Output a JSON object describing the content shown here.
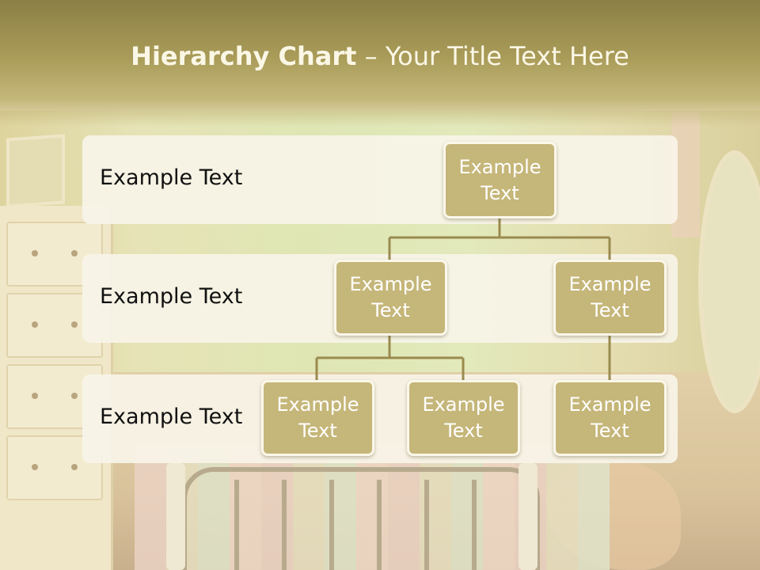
{
  "title": {
    "bold": "Hierarchy Chart",
    "rest": " – Your Title Text Here"
  },
  "rows": [
    {
      "label": "Example Text"
    },
    {
      "label": "Example Text"
    },
    {
      "label": "Example Text"
    }
  ],
  "nodes": {
    "root": "Example Text",
    "level2_left": "Example Text",
    "level2_right": "Example Text",
    "level3_a": "Example Text",
    "level3_b": "Example Text",
    "level3_c": "Example Text"
  },
  "colors": {
    "node_fill": "#c5b679",
    "node_border": "#fbf7ea",
    "connector": "#9a8a4e",
    "title_band": "#a99b58",
    "row_panel": "#f7f4e8"
  }
}
